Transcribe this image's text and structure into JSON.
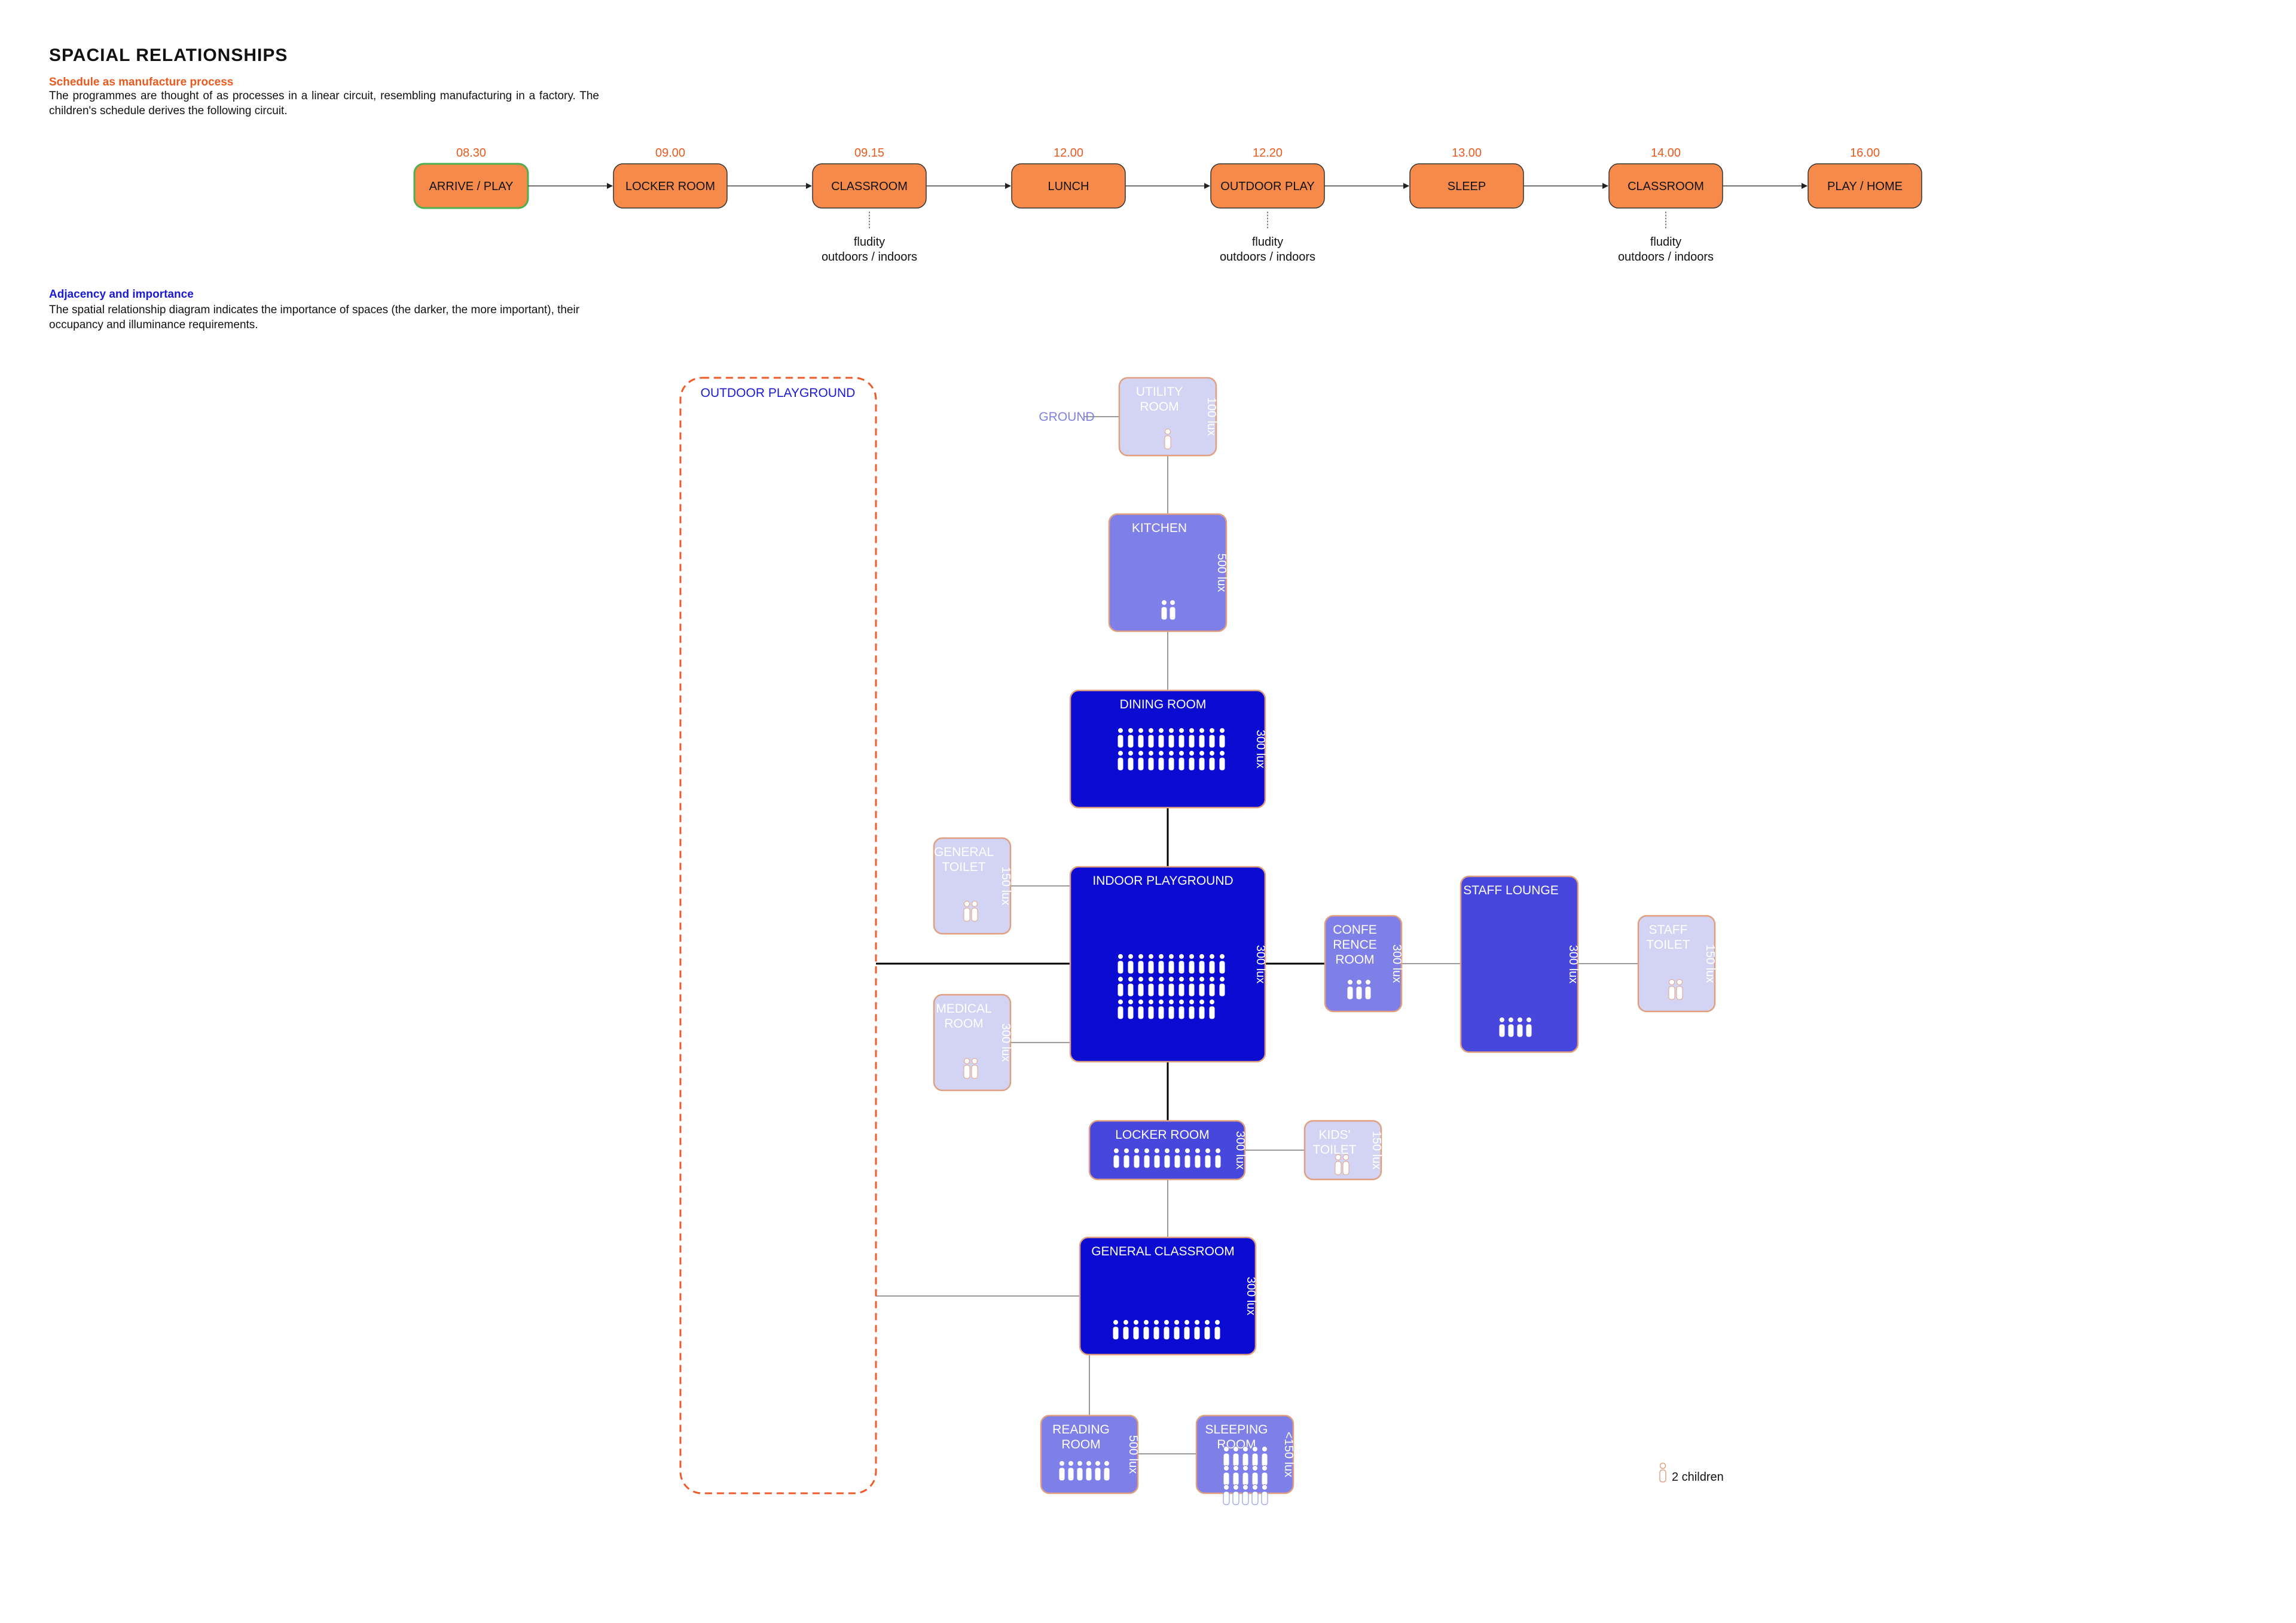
{
  "header": {
    "title": "SPACIAL RELATIONSHIPS",
    "section1_title": "Schedule as manufacture process",
    "section1_text": "The programmes are thought of as processes in a linear circuit, resembling manufacturing in a factory. The children's schedule derives the following circuit.",
    "section2_title": "Adjacency and importance",
    "section2_text": "The spatial relationship diagram indicates the importance of spaces (the darker, the more important), their occupancy and illuminance requirements."
  },
  "colors": {
    "orange": "#f58a4b",
    "orange_text": "#e85a1e",
    "very_important": "#0b0bd1",
    "important": "#4747de",
    "medium": "#7f7fe8",
    "low": "#d3d3f4",
    "room_border": "#e0a080",
    "link_strong": "#000000",
    "link_weak": "#9a9a9a",
    "label_blue": "#1a1ad6"
  },
  "schedule": [
    {
      "time": "08.30",
      "label": "ARRIVE / PLAY",
      "note": ""
    },
    {
      "time": "09.00",
      "label": "LOCKER ROOM",
      "note": ""
    },
    {
      "time": "09.15",
      "label": "CLASSROOM",
      "note": "fludity\noutdoors / indoors"
    },
    {
      "time": "12.00",
      "label": "LUNCH",
      "note": ""
    },
    {
      "time": "12.20",
      "label": "OUTDOOR PLAY",
      "note": "fludity\noutdoors / indoors"
    },
    {
      "time": "13.00",
      "label": "SLEEP",
      "note": ""
    },
    {
      "time": "14.00",
      "label": "CLASSROOM",
      "note": "fludity\noutdoors / indoors"
    },
    {
      "time": "16.00",
      "label": "PLAY / HOME",
      "note": ""
    }
  ],
  "outdoor_playground_label": "OUTDOOR PLAYGROUND",
  "ground_label": "GROUND",
  "rooms": [
    {
      "id": "utility",
      "name": "UTILITY\nROOM",
      "lux": "100 lux",
      "importance": "low",
      "figures": 1
    },
    {
      "id": "kitchen",
      "name": "KITCHEN",
      "lux": "500 lux",
      "importance": "medium",
      "figures": 2
    },
    {
      "id": "dining",
      "name": "DINING ROOM",
      "lux": "300 lux",
      "importance": "very_important",
      "figures": 22
    },
    {
      "id": "general_toilet",
      "name": "GENERAL\nTOILET",
      "lux": "150 lux",
      "importance": "low",
      "figures": 2
    },
    {
      "id": "indoor_playground",
      "name": "INDOOR PLAYGROUND",
      "lux": "300 lux",
      "importance": "very_important",
      "figures": 32
    },
    {
      "id": "medical",
      "name": "MEDICAL\nROOM",
      "lux": "300 lux",
      "importance": "low",
      "figures": 2
    },
    {
      "id": "conference",
      "name": "CONFE\nRENCE\nROOM",
      "lux": "300 lux",
      "importance": "medium",
      "figures": 3
    },
    {
      "id": "staff_lounge",
      "name": "STAFF LOUNGE",
      "lux": "300 lux",
      "importance": "important",
      "figures": 4
    },
    {
      "id": "staff_toilet",
      "name": "STAFF\nTOILET",
      "lux": "150 lux",
      "importance": "low",
      "figures": 2
    },
    {
      "id": "locker",
      "name": "LOCKER ROOM",
      "lux": "300 lux",
      "importance": "important",
      "figures": 11
    },
    {
      "id": "kids_toilet",
      "name": "KIDS'\nTOILET",
      "lux": "150 lux",
      "importance": "low",
      "figures": 2
    },
    {
      "id": "classroom",
      "name": "GENERAL CLASSROOM",
      "lux": "300 lux",
      "importance": "very_important",
      "figures": 11
    },
    {
      "id": "reading",
      "name": "READING\nROOM",
      "lux": "500 lux",
      "importance": "medium",
      "figures": 6
    },
    {
      "id": "sleeping",
      "name": "SLEEPING\nROOM",
      "lux": "<150 lux",
      "importance": "medium",
      "figures": 15
    }
  ],
  "legend": {
    "label": "2 children"
  }
}
